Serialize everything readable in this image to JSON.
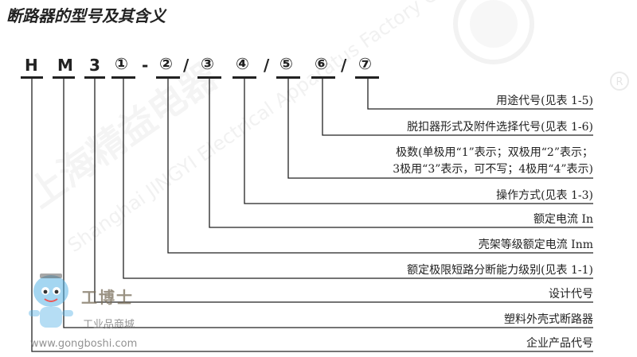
{
  "title": "断路器的型号及其含义",
  "code": {
    "chars": [
      "H",
      "M",
      "3",
      "①",
      "-",
      "②",
      "/",
      "③",
      "④",
      "/",
      "⑤",
      "⑥",
      "/",
      "⑦"
    ]
  },
  "labels": [
    "用途代号(见表 1-5)",
    "脱扣器形式及附件选择代号(见表 1-6)",
    "极数(单极用“1”表示；双极用“2”表示；",
    "3极用“3”表示，可不写；4极用“4”表示)",
    "操作方式(见表 1-3)",
    "额定电流 In",
    "壳架等级额定电流 Inm",
    "额定极限短路分断能力级别(见表 1-1)",
    "设计代号",
    "塑料外壳式断路器",
    "企业产品代号"
  ],
  "watermark": {
    "mascot_name": "工博士",
    "mascot_sub": "工业品商城",
    "mascot_url": "www.gongboshi.com",
    "company_cn": "上海精益电器",
    "company_en": "Shanghai JINGYI Electrical Apparatus Factory Co.,Ltd."
  },
  "colors": {
    "ink": "#222222",
    "watermark": "#969696",
    "mascot_blue": "#5ab4e6"
  },
  "icons": [
    "mascot-robot-icon",
    "registered-mark-icon",
    "company-logo-icon"
  ]
}
